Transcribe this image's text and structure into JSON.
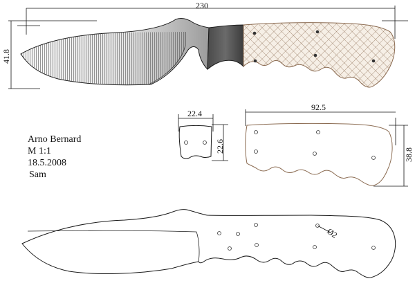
{
  "drawing": {
    "dimensions": {
      "overall_length": "230",
      "blade_height": "41.8",
      "bolster_width": "22.4",
      "bolster_height": "22.6",
      "handle_length": "92.5",
      "handle_height": "38.8",
      "pin_hole": "Ø2"
    },
    "info": {
      "author": "Arno Bernard",
      "scale": "M 1:1",
      "date": "18.5.2008",
      "model": "Sam"
    },
    "colors": {
      "line": "#1a1a1a",
      "blade_light": "#f4f4f4",
      "blade_dark": "#9a9a9a",
      "bolster": "#555555",
      "handle_fill": "#f6efe6",
      "handle_line": "#8a6a50"
    }
  }
}
